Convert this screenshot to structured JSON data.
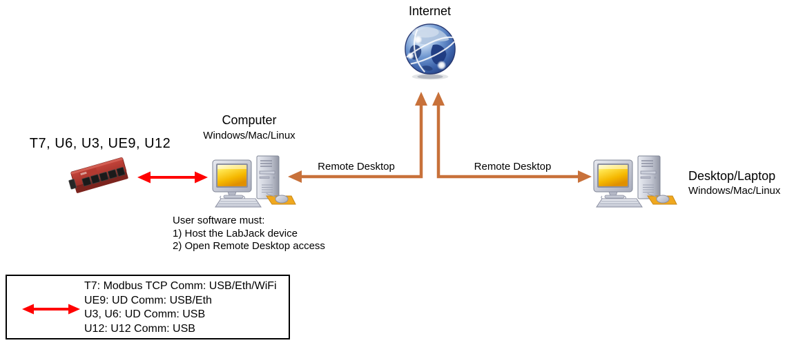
{
  "colors": {
    "arrow_red": "#FF0000",
    "arrow_orange": "#C8713A"
  },
  "internet": {
    "label": "Internet"
  },
  "labjack": {
    "label": "T7, U6, U3, UE9, U12"
  },
  "host_computer": {
    "title": "Computer",
    "subtitle": "Windows/Mac/Linux"
  },
  "remote_computer": {
    "title": "Desktop/Laptop",
    "subtitle": "Windows/Mac/Linux"
  },
  "connections": {
    "left_remote_desktop": "Remote Desktop",
    "right_remote_desktop": "Remote Desktop"
  },
  "notes": {
    "lines": [
      "User software must:",
      "1) Host the LabJack device",
      "2) Open Remote Desktop access"
    ]
  },
  "legend": {
    "lines": [
      "T7: Modbus TCP Comm: USB/Eth/WiFi",
      "UE9: UD Comm: USB/Eth",
      "U3, U6: UD Comm: USB",
      "U12: U12 Comm: USB"
    ]
  }
}
